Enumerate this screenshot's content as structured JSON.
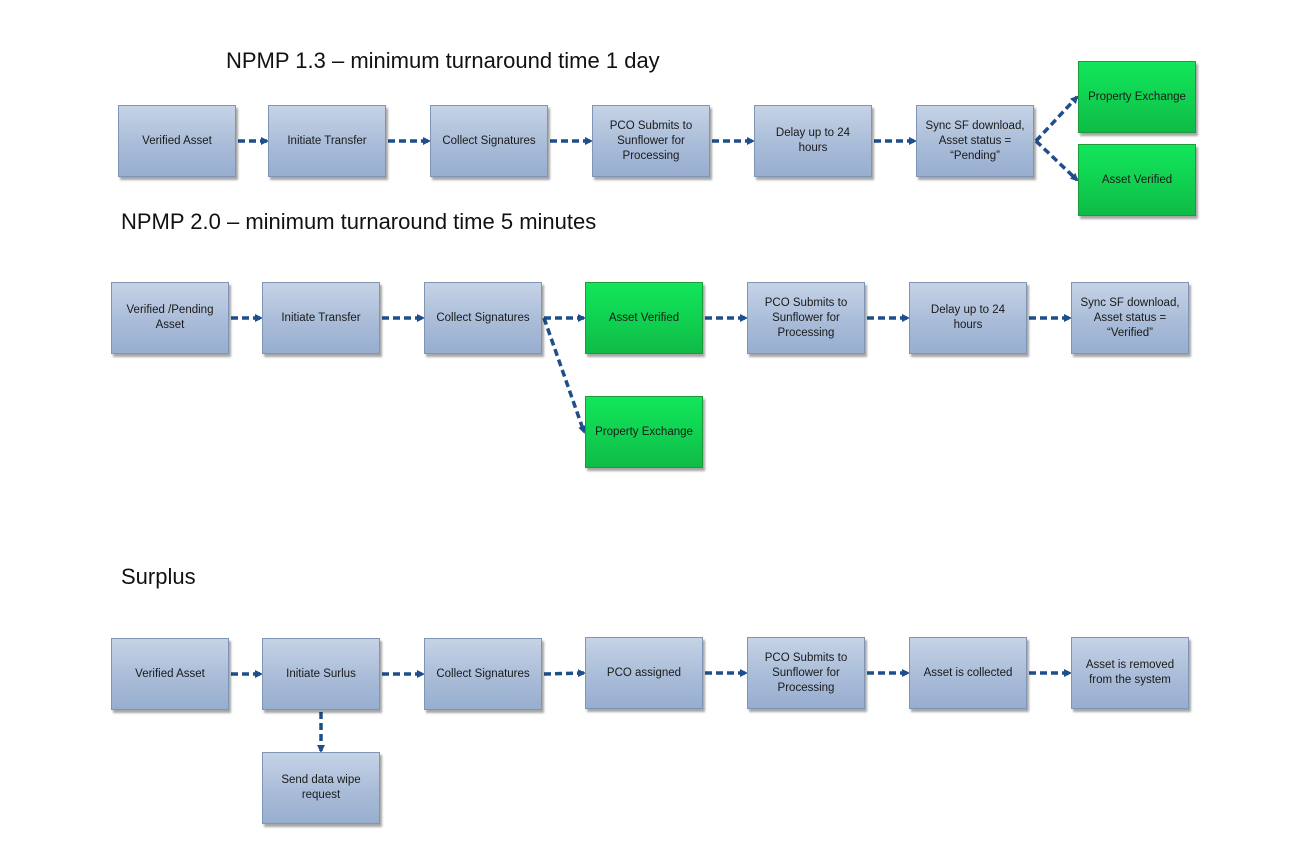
{
  "sections": [
    {
      "title": "NPMP 1.3 – minimum turnaround time 1 day",
      "boxes": [
        {
          "label": "Verified Asset",
          "style": "blue"
        },
        {
          "label": "Initiate Transfer",
          "style": "blue"
        },
        {
          "label": "Collect Signatures",
          "style": "blue"
        },
        {
          "label": "PCO Submits to Sunflower for Processing",
          "style": "blue"
        },
        {
          "label": "Delay up to 24 hours",
          "style": "blue"
        },
        {
          "label": "Sync SF download, Asset status = “Pending”",
          "style": "blue"
        },
        {
          "label": "Property Exchange",
          "style": "green"
        },
        {
          "label": "Asset Verified",
          "style": "green"
        }
      ],
      "edges": [
        [
          0,
          1
        ],
        [
          1,
          2
        ],
        [
          2,
          3
        ],
        [
          3,
          4
        ],
        [
          4,
          5
        ],
        [
          5,
          6
        ],
        [
          5,
          7
        ]
      ]
    },
    {
      "title": "NPMP 2.0 – minimum turnaround time 5 minutes",
      "boxes": [
        {
          "label": "Verified /Pending Asset",
          "style": "blue"
        },
        {
          "label": "Initiate Transfer",
          "style": "blue"
        },
        {
          "label": "Collect Signatures",
          "style": "blue"
        },
        {
          "label": "Asset Verified",
          "style": "green"
        },
        {
          "label": "PCO Submits to Sunflower for Processing",
          "style": "blue"
        },
        {
          "label": "Delay up to 24 hours",
          "style": "blue"
        },
        {
          "label": "Sync SF download, Asset status = “Verified”",
          "style": "blue"
        },
        {
          "label": "Property Exchange",
          "style": "green"
        }
      ],
      "edges": [
        [
          0,
          1
        ],
        [
          1,
          2
        ],
        [
          2,
          3
        ],
        [
          3,
          4
        ],
        [
          4,
          5
        ],
        [
          5,
          6
        ],
        [
          2,
          7
        ]
      ]
    },
    {
      "title": "Surplus",
      "boxes": [
        {
          "label": "Verified Asset",
          "style": "blue"
        },
        {
          "label": "Initiate Surlus",
          "style": "blue"
        },
        {
          "label": "Collect Signatures",
          "style": "blue"
        },
        {
          "label": "PCO assigned",
          "style": "blue"
        },
        {
          "label": "PCO Submits to Sunflower for Processing",
          "style": "blue"
        },
        {
          "label": "Asset is collected",
          "style": "blue"
        },
        {
          "label": "Asset is removed from the system",
          "style": "blue"
        },
        {
          "label": "Send data wipe request",
          "style": "blue"
        }
      ],
      "edges": [
        [
          0,
          1
        ],
        [
          1,
          2
        ],
        [
          2,
          3
        ],
        [
          3,
          4
        ],
        [
          4,
          5
        ],
        [
          5,
          6
        ],
        [
          1,
          7
        ]
      ]
    }
  ],
  "colors": {
    "arrow": "#1f4e8c",
    "box_blue": "#a9bcd8",
    "box_green": "#10d050"
  }
}
